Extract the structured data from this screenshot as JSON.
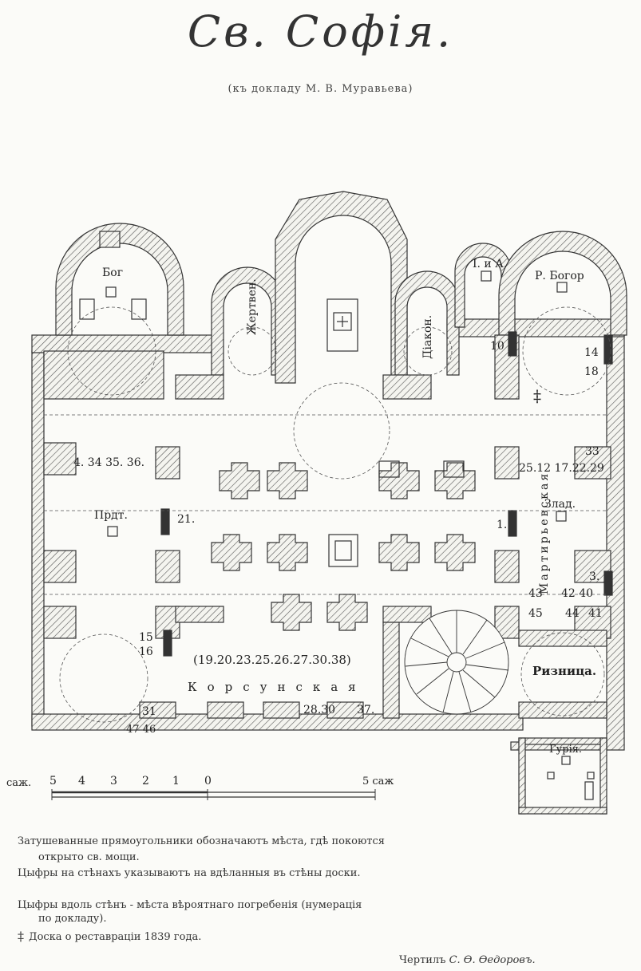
{
  "title": "Св. Софія.",
  "subtitle": "(къ докладу М. В. Муравьева)",
  "rooms": {
    "bog": "Бог",
    "zhertven": "Жертвен.",
    "diakon": "Діакон.",
    "i_a": "І. и А.",
    "r_bogor": "Р. Богор",
    "prdt": "Прдт.",
    "zlad": "Злад.",
    "martirev": "Мартирьевская",
    "riznica": "Ризница.",
    "guria": "Гурія.",
    "korsun_nums": "(19.20.23.25.26.27.30.38)",
    "korsun": "Корсунская"
  },
  "wall_numbers": {
    "n10": "10",
    "n14": "14",
    "n18": "18",
    "n33": "33",
    "nums_4": "4. 34 35. 36.",
    "nums_25": "25.12 17.22.29",
    "n21": "21.",
    "n1": "1.",
    "n3": "3.",
    "n43": "43",
    "n42_40": "42 40",
    "n45": "45",
    "n44": "44",
    "n41": "41",
    "n15": "15",
    "n16": "16",
    "n31": "31",
    "n47_46": "47 46",
    "n28_30": "28.30",
    "n37": "37."
  },
  "scale": {
    "unit_left": "саж.",
    "ticks": [
      "5",
      "4",
      "3",
      "2",
      "1",
      "0"
    ],
    "right": "5 саж"
  },
  "legend": {
    "line1": "Затушеванные прямоугольники обозначаютъ мѣста, гдѣ покоются",
    "line1b": "открыто св. мощи.",
    "line2": "Цыфры на стѣнахъ указываютъ на вдѣланныя въ стѣны доски.",
    "line3": "Цыфры вдоль стѣнъ - мѣста вѣроятнаго погребенія (нумерація",
    "line3b": "по докладу).",
    "cross": "‡",
    "line4": "Доска о реставраціи 1839 года."
  },
  "signature": {
    "label": "Чертилъ",
    "name": "С. Ѳ. Ѳедоровъ."
  },
  "colors": {
    "ink": "#222222",
    "paper": "#fbfbf8",
    "wall": "#444444"
  }
}
